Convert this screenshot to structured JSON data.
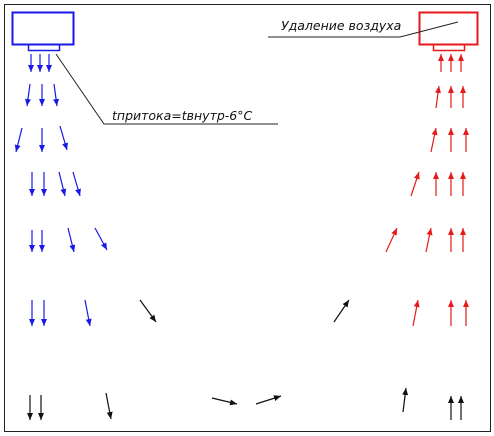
{
  "colors": {
    "supply": "#1a1ae6",
    "exhaust": "#e61a1a",
    "neutral": "#111111",
    "frame": "#222222"
  },
  "labels": {
    "supply_temperature": "tпритока=tвнутр-6°C",
    "exhaust_caption": "Удаление воздуха"
  },
  "units": {
    "supply": {
      "name": "supply-diffuser",
      "color_key": "supply"
    },
    "exhaust": {
      "name": "exhaust-grille",
      "color_key": "exhaust"
    }
  },
  "flow": {
    "supply_direction": "down",
    "exhaust_direction": "up"
  }
}
